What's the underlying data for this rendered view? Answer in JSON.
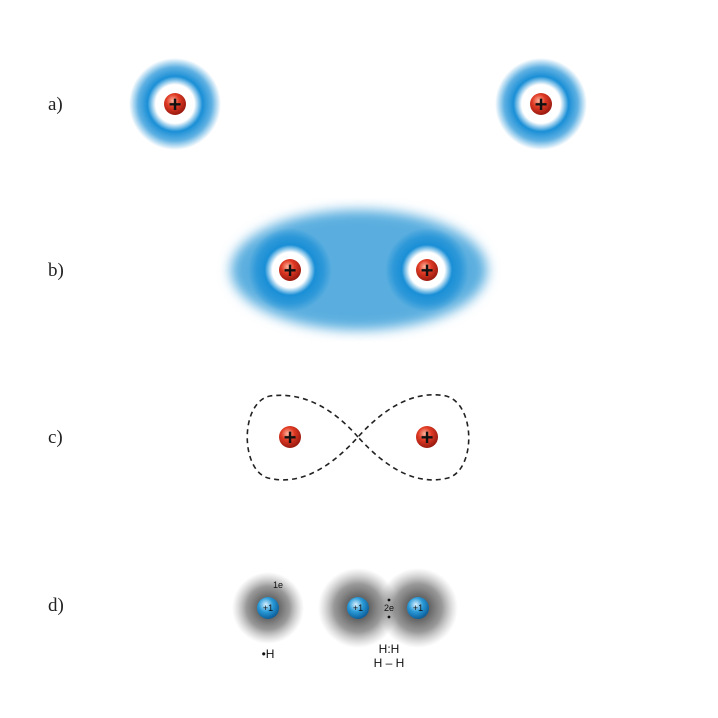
{
  "panels": {
    "a": {
      "label": "a)",
      "nucleus_sign": "+"
    },
    "b": {
      "label": "b)",
      "nucleus_sign": "+"
    },
    "c": {
      "label": "c)",
      "nucleus_sign": "+"
    },
    "d": {
      "label": "d)",
      "single_atom": {
        "electron_label": "1e",
        "nucleus_charge": "+1",
        "lewis": "•H"
      },
      "molecule": {
        "electron_label": "2e",
        "nucleus_charge": "+1",
        "lewis": "H:H",
        "bond": "H – H"
      }
    }
  },
  "colors": {
    "nucleus": "#e03a24",
    "cloud": "#1a8fd6",
    "shared_cloud": "#5aaedf",
    "gray_cloud": "#555555",
    "d_nucleus": "#2a9ad8"
  }
}
